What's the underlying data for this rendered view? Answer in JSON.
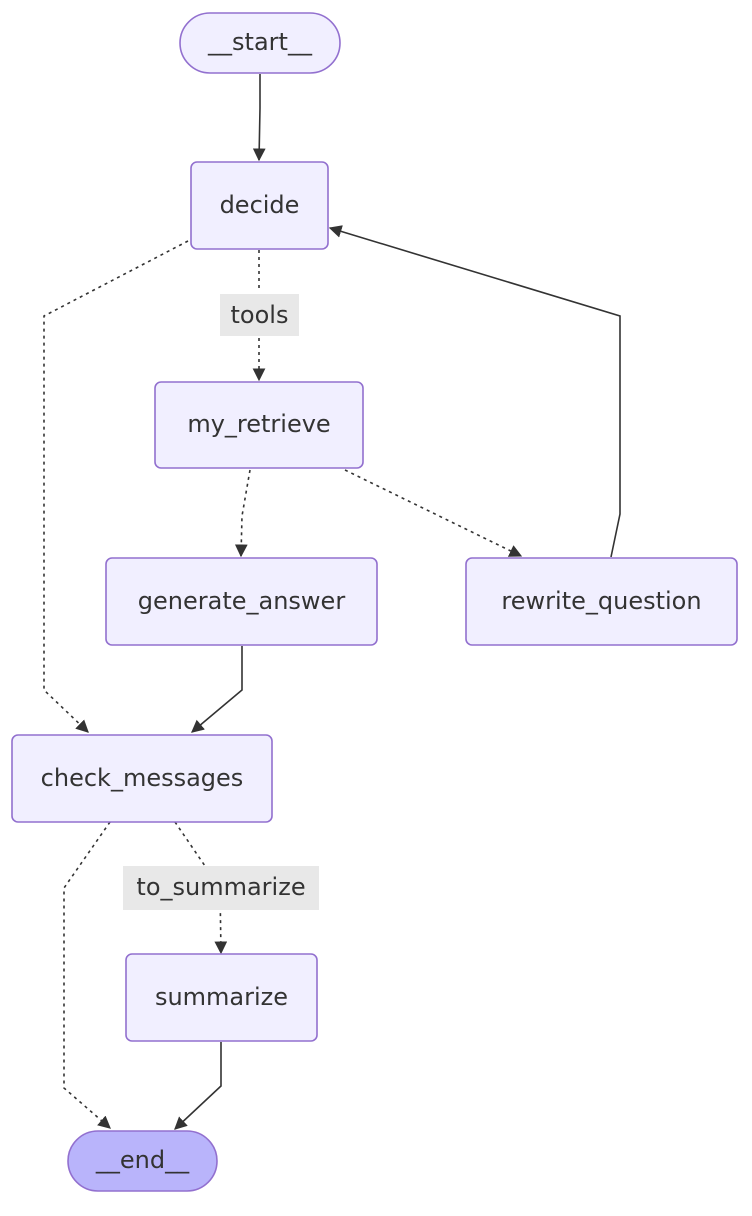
{
  "nodes": {
    "start": "__start__",
    "decide": "decide",
    "my_retrieve": "my_retrieve",
    "generate_answer": "generate_answer",
    "rewrite_question": "rewrite_question",
    "check_messages": "check_messages",
    "summarize": "summarize",
    "end": "__end__"
  },
  "edge_labels": {
    "decide_to_my_retrieve": "tools",
    "check_messages_to_summarize": "to_summarize"
  },
  "colors": {
    "node_fill": "#f1efff",
    "node_stroke": "#9270cf",
    "end_fill": "#b9b4fb",
    "edge": "#333333",
    "label_bg": "#e8e8e8"
  }
}
